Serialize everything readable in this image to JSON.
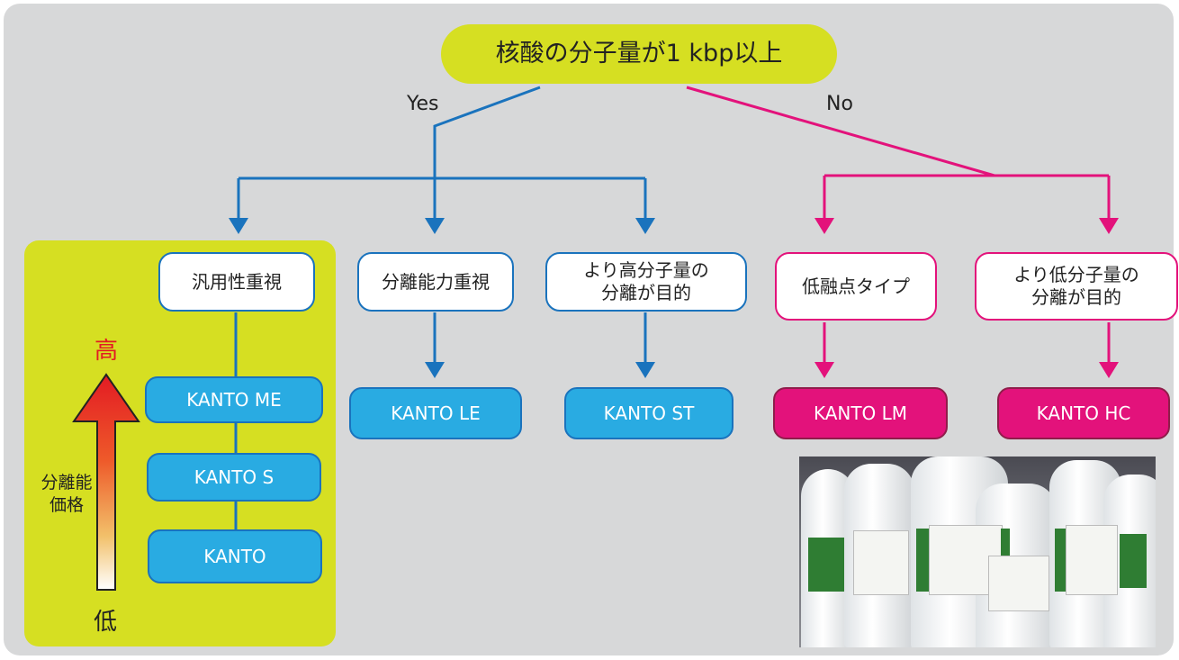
{
  "root": {
    "label": "核酸の分子量が1 kbp以上"
  },
  "branches": {
    "yes": "Yes",
    "no": "No"
  },
  "criteria": [
    {
      "label": "汎用性重視"
    },
    {
      "label": "分離能力重視"
    },
    {
      "label": "より高分子量の\n分離が目的"
    },
    {
      "label": "低融点タイプ"
    },
    {
      "label": "より低分子量の\n分離が目的"
    }
  ],
  "products": {
    "me": "KANTO ME",
    "s": "KANTO S",
    "kanto": "KANTO",
    "le": "KANTO LE",
    "st": "KANTO ST",
    "lm": "KANTO LM",
    "hc": "KANTO HC"
  },
  "scale": {
    "high": "高",
    "low": "低",
    "label": "分離能\n価格"
  },
  "photo": {
    "icon": "agarose-bottles-photo"
  },
  "colors": {
    "panel": "#d7d8d9",
    "yellow": "#d6df22",
    "blue_line": "#1a73bd",
    "blue_fill": "#29abe2",
    "pink": "#e3127b",
    "red_arrow": "#e31b23",
    "high_text": "#e31b23"
  }
}
